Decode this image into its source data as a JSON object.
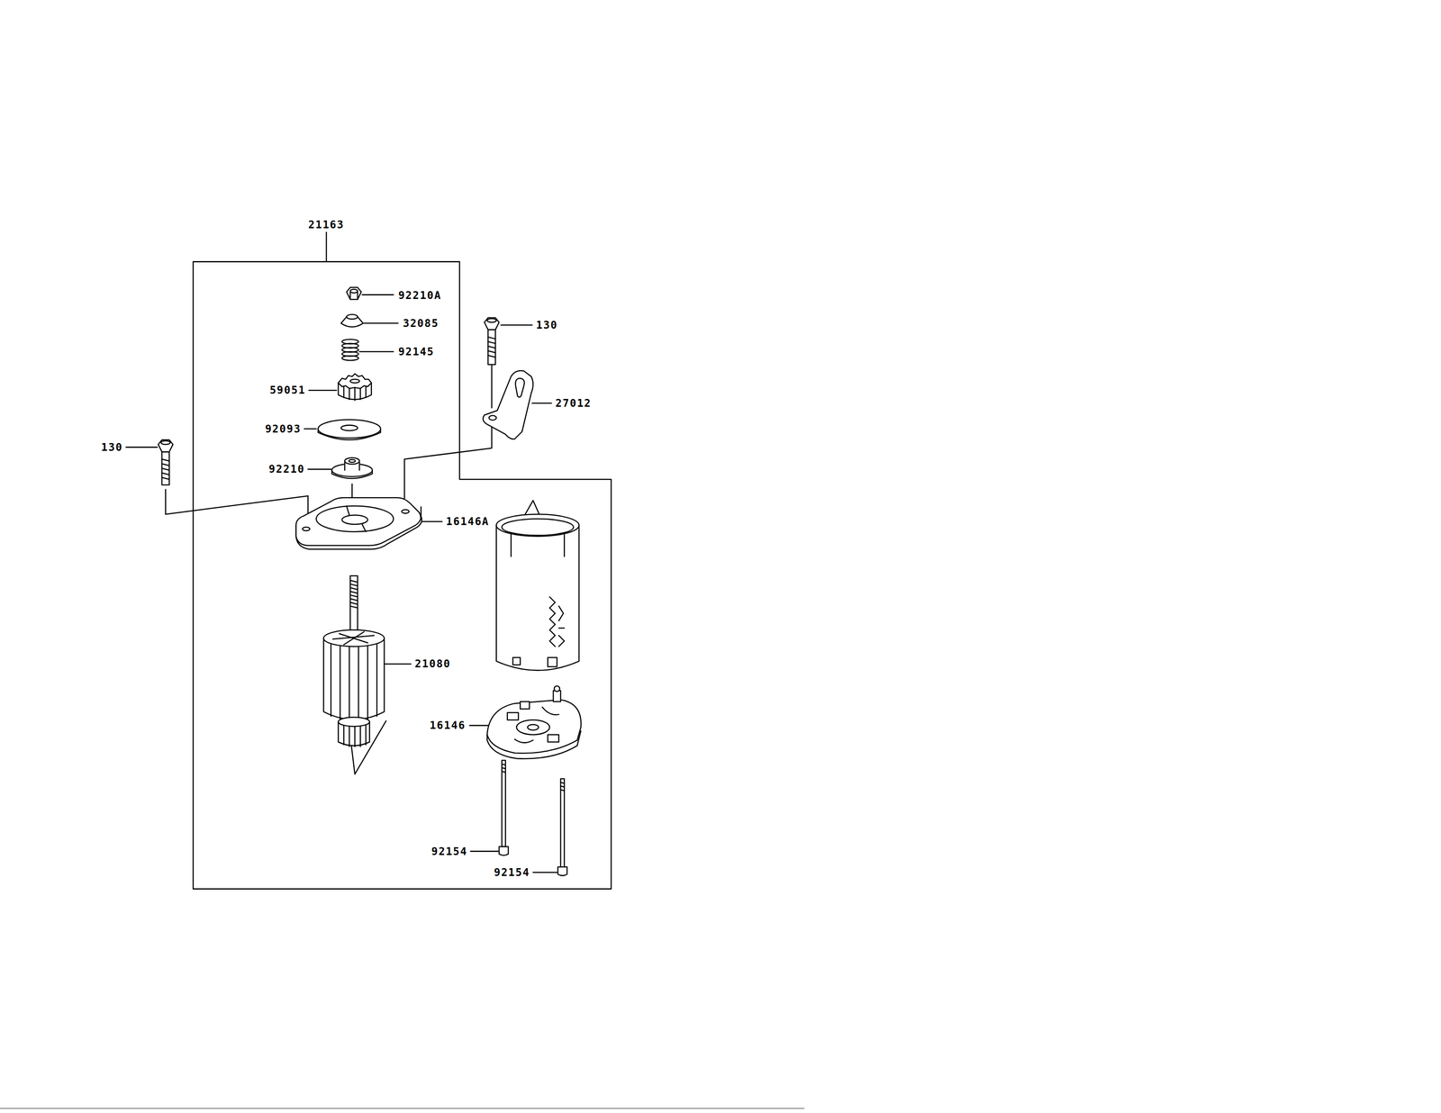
{
  "diagram": {
    "labels": [
      "21163",
      "92210A",
      "130",
      "32085",
      "92145",
      "59051",
      "27012",
      "92093",
      "130",
      "92210",
      "16146A",
      "21080",
      "16146",
      "92154",
      "92154"
    ]
  }
}
